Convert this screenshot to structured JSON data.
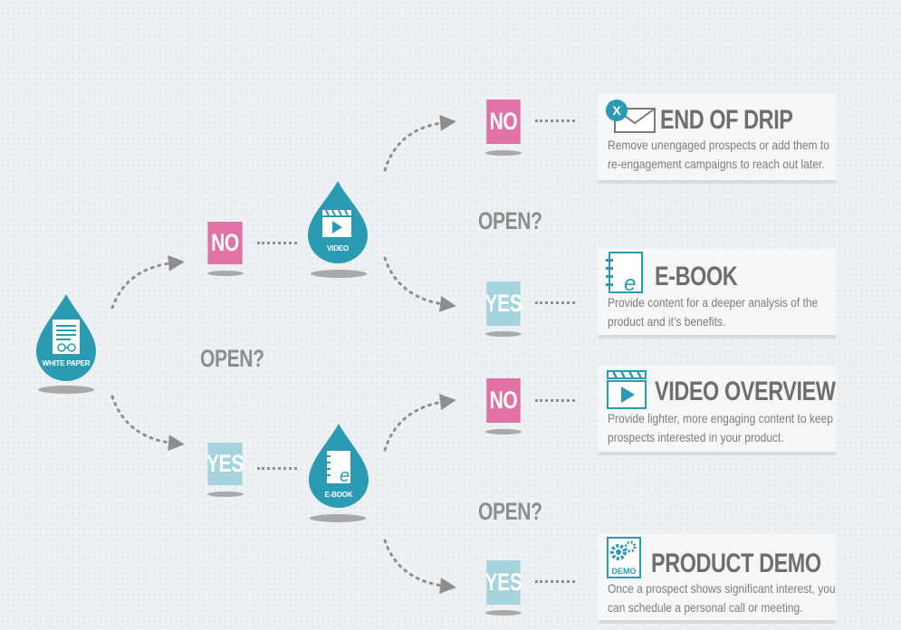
{
  "colors": {
    "teal": "#2a9bb2",
    "pink": "#e072a6",
    "light_blue": "#a6d4de",
    "text_gray": "#8d8d8d"
  },
  "start": {
    "label": "WHITE PAPER",
    "icon": "document-glasses-icon"
  },
  "question_labels": [
    "OPEN?",
    "OPEN?",
    "OPEN?"
  ],
  "branches": {
    "no": "NO",
    "yes": "YES"
  },
  "mid_nodes": [
    {
      "label": "VIDEO",
      "icon": "video-clapper-icon"
    },
    {
      "label": "E-BOOK",
      "icon": "ebook-icon"
    }
  ],
  "outcomes": [
    {
      "title": "END OF DRIP",
      "icon": "envelope-x-icon",
      "icon_text": "X",
      "lines": [
        "Remove unengaged prospects or add them to",
        "re-engagement campaigns to reach out later."
      ]
    },
    {
      "title": "E-BOOK",
      "icon": "ebook-icon",
      "icon_text": "e",
      "lines": [
        "Provide content for a deeper analysis of the",
        "product and it’s benefits."
      ]
    },
    {
      "title": "VIDEO OVERVIEW",
      "icon": "video-clapper-icon",
      "lines": [
        "Provide lighter, more engaging content to keep",
        "prospects interested in your product."
      ]
    },
    {
      "title": "PRODUCT DEMO",
      "icon": "gears-demo-icon",
      "icon_text": "DEMO",
      "lines": [
        "Once a prospect shows significant interest, you",
        "can schedule a personal call or meeting."
      ]
    }
  ]
}
